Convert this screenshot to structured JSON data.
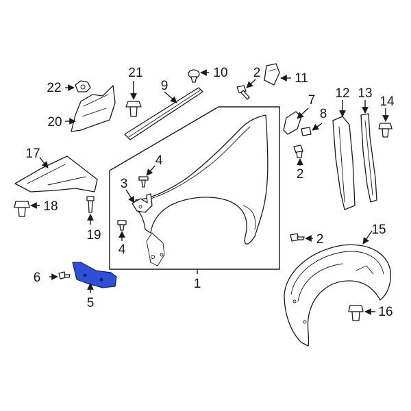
{
  "callouts": {
    "c1": "1",
    "c2a": "2",
    "c2b": "2",
    "c2c": "2",
    "c3": "3",
    "c4a": "4",
    "c4b": "4",
    "c5": "5",
    "c6": "6",
    "c7": "7",
    "c8": "8",
    "c9": "9",
    "c10": "10",
    "c11": "11",
    "c12": "12",
    "c13": "13",
    "c14": "14",
    "c15": "15",
    "c16": "16",
    "c17": "17",
    "c18": "18",
    "c19": "19",
    "c20": "20",
    "c21": "21",
    "c22": "22"
  },
  "colors": {
    "line": "#1a1a1a",
    "highlight_fill": "#2f4fd6",
    "highlight_stroke": "#10206e"
  },
  "highlighted_part": "5"
}
